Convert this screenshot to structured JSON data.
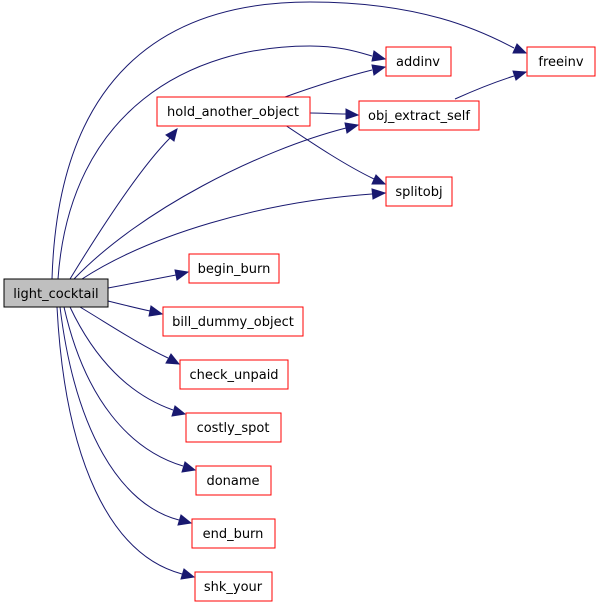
{
  "colors": {
    "edge": "#191970",
    "node_border": "#ff0000",
    "root_border": "#000000",
    "root_fill": "#bfbfbf",
    "node_fill": "#ffffff"
  },
  "nodes": {
    "light_cocktail": "light_cocktail",
    "hold_another_object": "hold_another_object",
    "addinv": "addinv",
    "obj_extract_self": "obj_extract_self",
    "freeinv": "freeinv",
    "splitobj": "splitobj",
    "begin_burn": "begin_burn",
    "bill_dummy_object": "bill_dummy_object",
    "check_unpaid": "check_unpaid",
    "costly_spot": "costly_spot",
    "doname": "doname",
    "end_burn": "end_burn",
    "shk_your": "shk_your"
  },
  "edges": [
    [
      "light_cocktail",
      "hold_another_object"
    ],
    [
      "light_cocktail",
      "addinv"
    ],
    [
      "light_cocktail",
      "obj_extract_self"
    ],
    [
      "light_cocktail",
      "freeinv"
    ],
    [
      "light_cocktail",
      "splitobj"
    ],
    [
      "light_cocktail",
      "begin_burn"
    ],
    [
      "light_cocktail",
      "bill_dummy_object"
    ],
    [
      "light_cocktail",
      "check_unpaid"
    ],
    [
      "light_cocktail",
      "costly_spot"
    ],
    [
      "light_cocktail",
      "doname"
    ],
    [
      "light_cocktail",
      "end_burn"
    ],
    [
      "light_cocktail",
      "shk_your"
    ],
    [
      "hold_another_object",
      "addinv"
    ],
    [
      "hold_another_object",
      "obj_extract_self"
    ],
    [
      "hold_another_object",
      "splitobj"
    ],
    [
      "obj_extract_self",
      "freeinv"
    ]
  ]
}
